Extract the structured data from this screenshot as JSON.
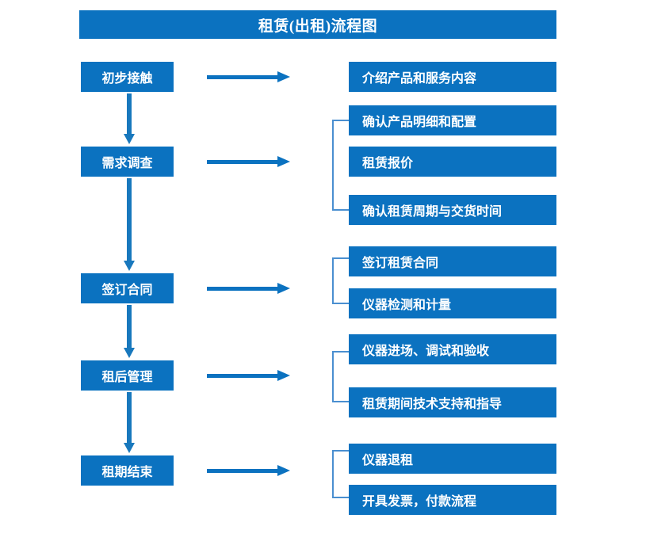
{
  "title": "租赁(出租)流程图",
  "theme": {
    "primary": "#0b72c0",
    "arrow": "#1878bd",
    "bracket": "#4a8fd0",
    "text_on_primary": "#ffffff",
    "background": "#ffffff"
  },
  "stages": [
    {
      "label": "初步接触"
    },
    {
      "label": "需求调查"
    },
    {
      "label": "签订合同"
    },
    {
      "label": "租后管理"
    },
    {
      "label": "租期结束"
    }
  ],
  "details": [
    {
      "label": "介绍产品和服务内容"
    },
    {
      "label": "确认产品明细和配置"
    },
    {
      "label": "租赁报价"
    },
    {
      "label": "确认租赁周期与交货时间"
    },
    {
      "label": "签订租赁合同"
    },
    {
      "label": "仪器检测和计量"
    },
    {
      "label": "仪器进场、调试和验收"
    },
    {
      "label": "租赁期间技术支持和指导"
    },
    {
      "label": "仪器退租"
    },
    {
      "label": "开具发票，付款流程"
    }
  ],
  "chart_data": {
    "type": "table",
    "title": "租赁(出租)流程图",
    "categories": [
      "初步接触",
      "需求调查",
      "签订合同",
      "租后管理",
      "租期结束"
    ],
    "series": [
      {
        "name": "初步接触",
        "values": [
          "介绍产品和服务内容"
        ]
      },
      {
        "name": "需求调查",
        "values": [
          "确认产品明细和配置",
          "租赁报价",
          "确认租赁周期与交货时间"
        ]
      },
      {
        "name": "签订合同",
        "values": [
          "签订租赁合同",
          "仪器检测和计量"
        ]
      },
      {
        "name": "租后管理",
        "values": [
          "仪器进场、调试和验收",
          "租赁期间技术支持和指导"
        ]
      },
      {
        "name": "租期结束",
        "values": [
          "仪器退租",
          "开具发票，付款流程"
        ]
      }
    ],
    "xlabel": "",
    "ylabel": "",
    "legend": []
  }
}
